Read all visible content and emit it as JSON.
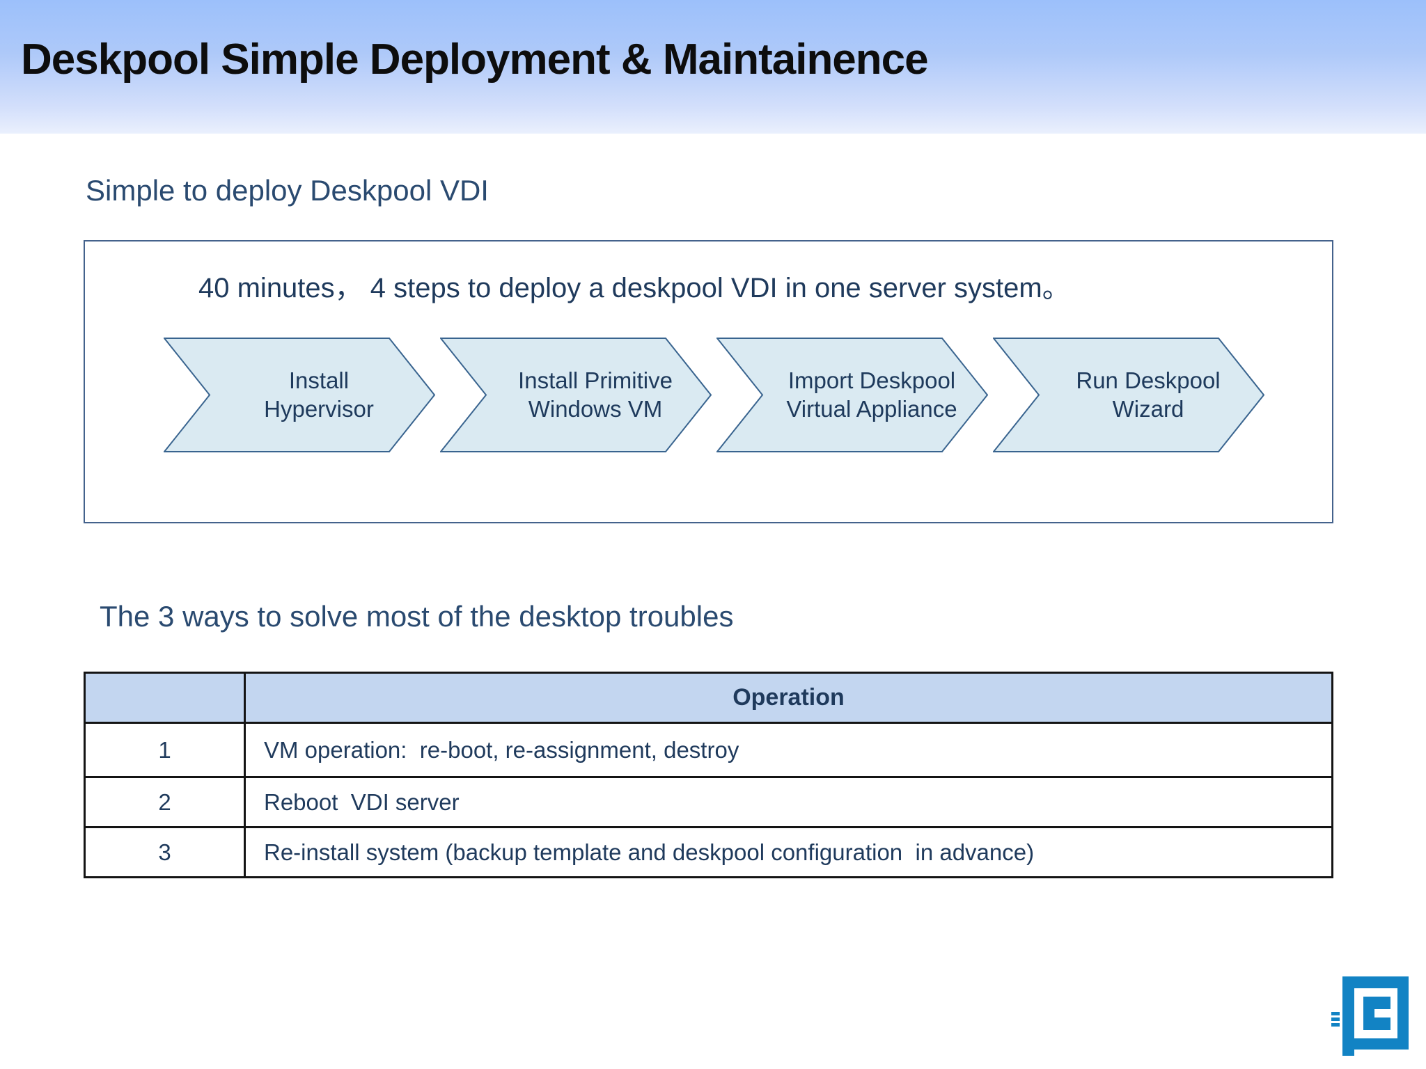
{
  "slide": {
    "title": "Deskpool Simple Deployment & Maintainence",
    "section1": {
      "heading": "Simple to deploy Deskpool VDI",
      "box_caption": "40 minutes， 4 steps to deploy a deskpool VDI in one server system。",
      "steps": [
        {
          "line1": "Install",
          "line2": "Hypervisor"
        },
        {
          "line1": "Install Primitive",
          "line2": "Windows VM"
        },
        {
          "line1": "Import Deskpool",
          "line2": "Virtual Appliance"
        },
        {
          "line1": "Run Deskpool",
          "line2": "Wizard"
        }
      ]
    },
    "section2": {
      "heading": "The 3 ways to solve most of the desktop troubles",
      "table": {
        "header": {
          "number_col": "",
          "operation_col": "Operation"
        },
        "rows": [
          {
            "number": "1",
            "operation": "VM operation:  re-boot, re-assignment, destroy"
          },
          {
            "number": "2",
            "operation": "Reboot  VDI server"
          },
          {
            "number": "3",
            "operation": "Re-install system (backup template and deskpool configuration  in advance)"
          }
        ]
      }
    },
    "colors": {
      "header_gradient_top": "#9cc0fb",
      "header_gradient_bottom": "#eaf0fd",
      "title_text": "#0d0d0d",
      "heading_text": "#2a4a70",
      "body_text": "#1f3a5c",
      "chevron_fill": "#daeaf2",
      "chevron_stroke": "#39648f",
      "box_border": "#44628c",
      "table_header_fill": "#c3d6f0",
      "table_border": "#141414",
      "logo_blue": "#1283c4"
    }
  }
}
